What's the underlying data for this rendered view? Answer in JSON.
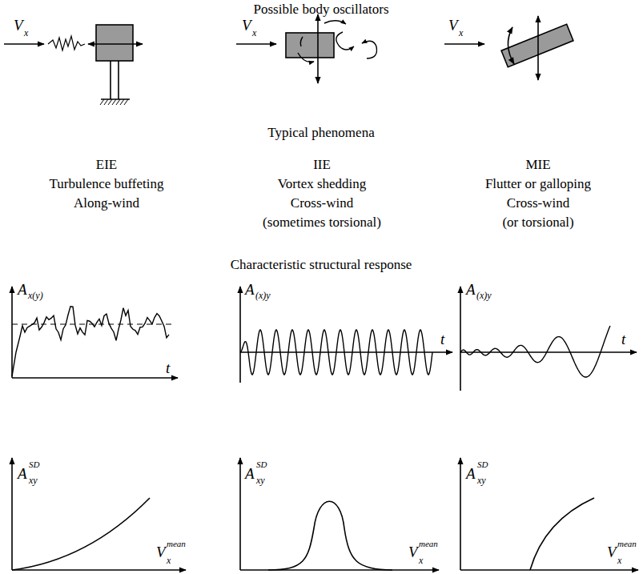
{
  "diagram": {
    "labels": [
      "Possible body oscillators",
      "Typical phenomena",
      "Characteristic structural response",
      "EIE",
      "Turbulence buffeting",
      "Along-wind",
      "IIE",
      "Vortex shedding",
      "Cross-wind",
      "(sometimes torsional)",
      "MIE",
      "Flutter or galloping",
      "Cross-wind",
      "(or torsional)",
      "V",
      "x",
      "V",
      "x",
      "V",
      "x",
      "A",
      "x(y)",
      "t",
      "A",
      "(x)y",
      "t",
      "A",
      "(x)y",
      "t",
      "A",
      "SD",
      "xy",
      "V",
      "mean",
      "x",
      "A",
      "SD",
      "xy",
      "V",
      "mean",
      "x",
      "A",
      "SD",
      "xy",
      "V",
      "mean",
      "x"
    ]
  }
}
